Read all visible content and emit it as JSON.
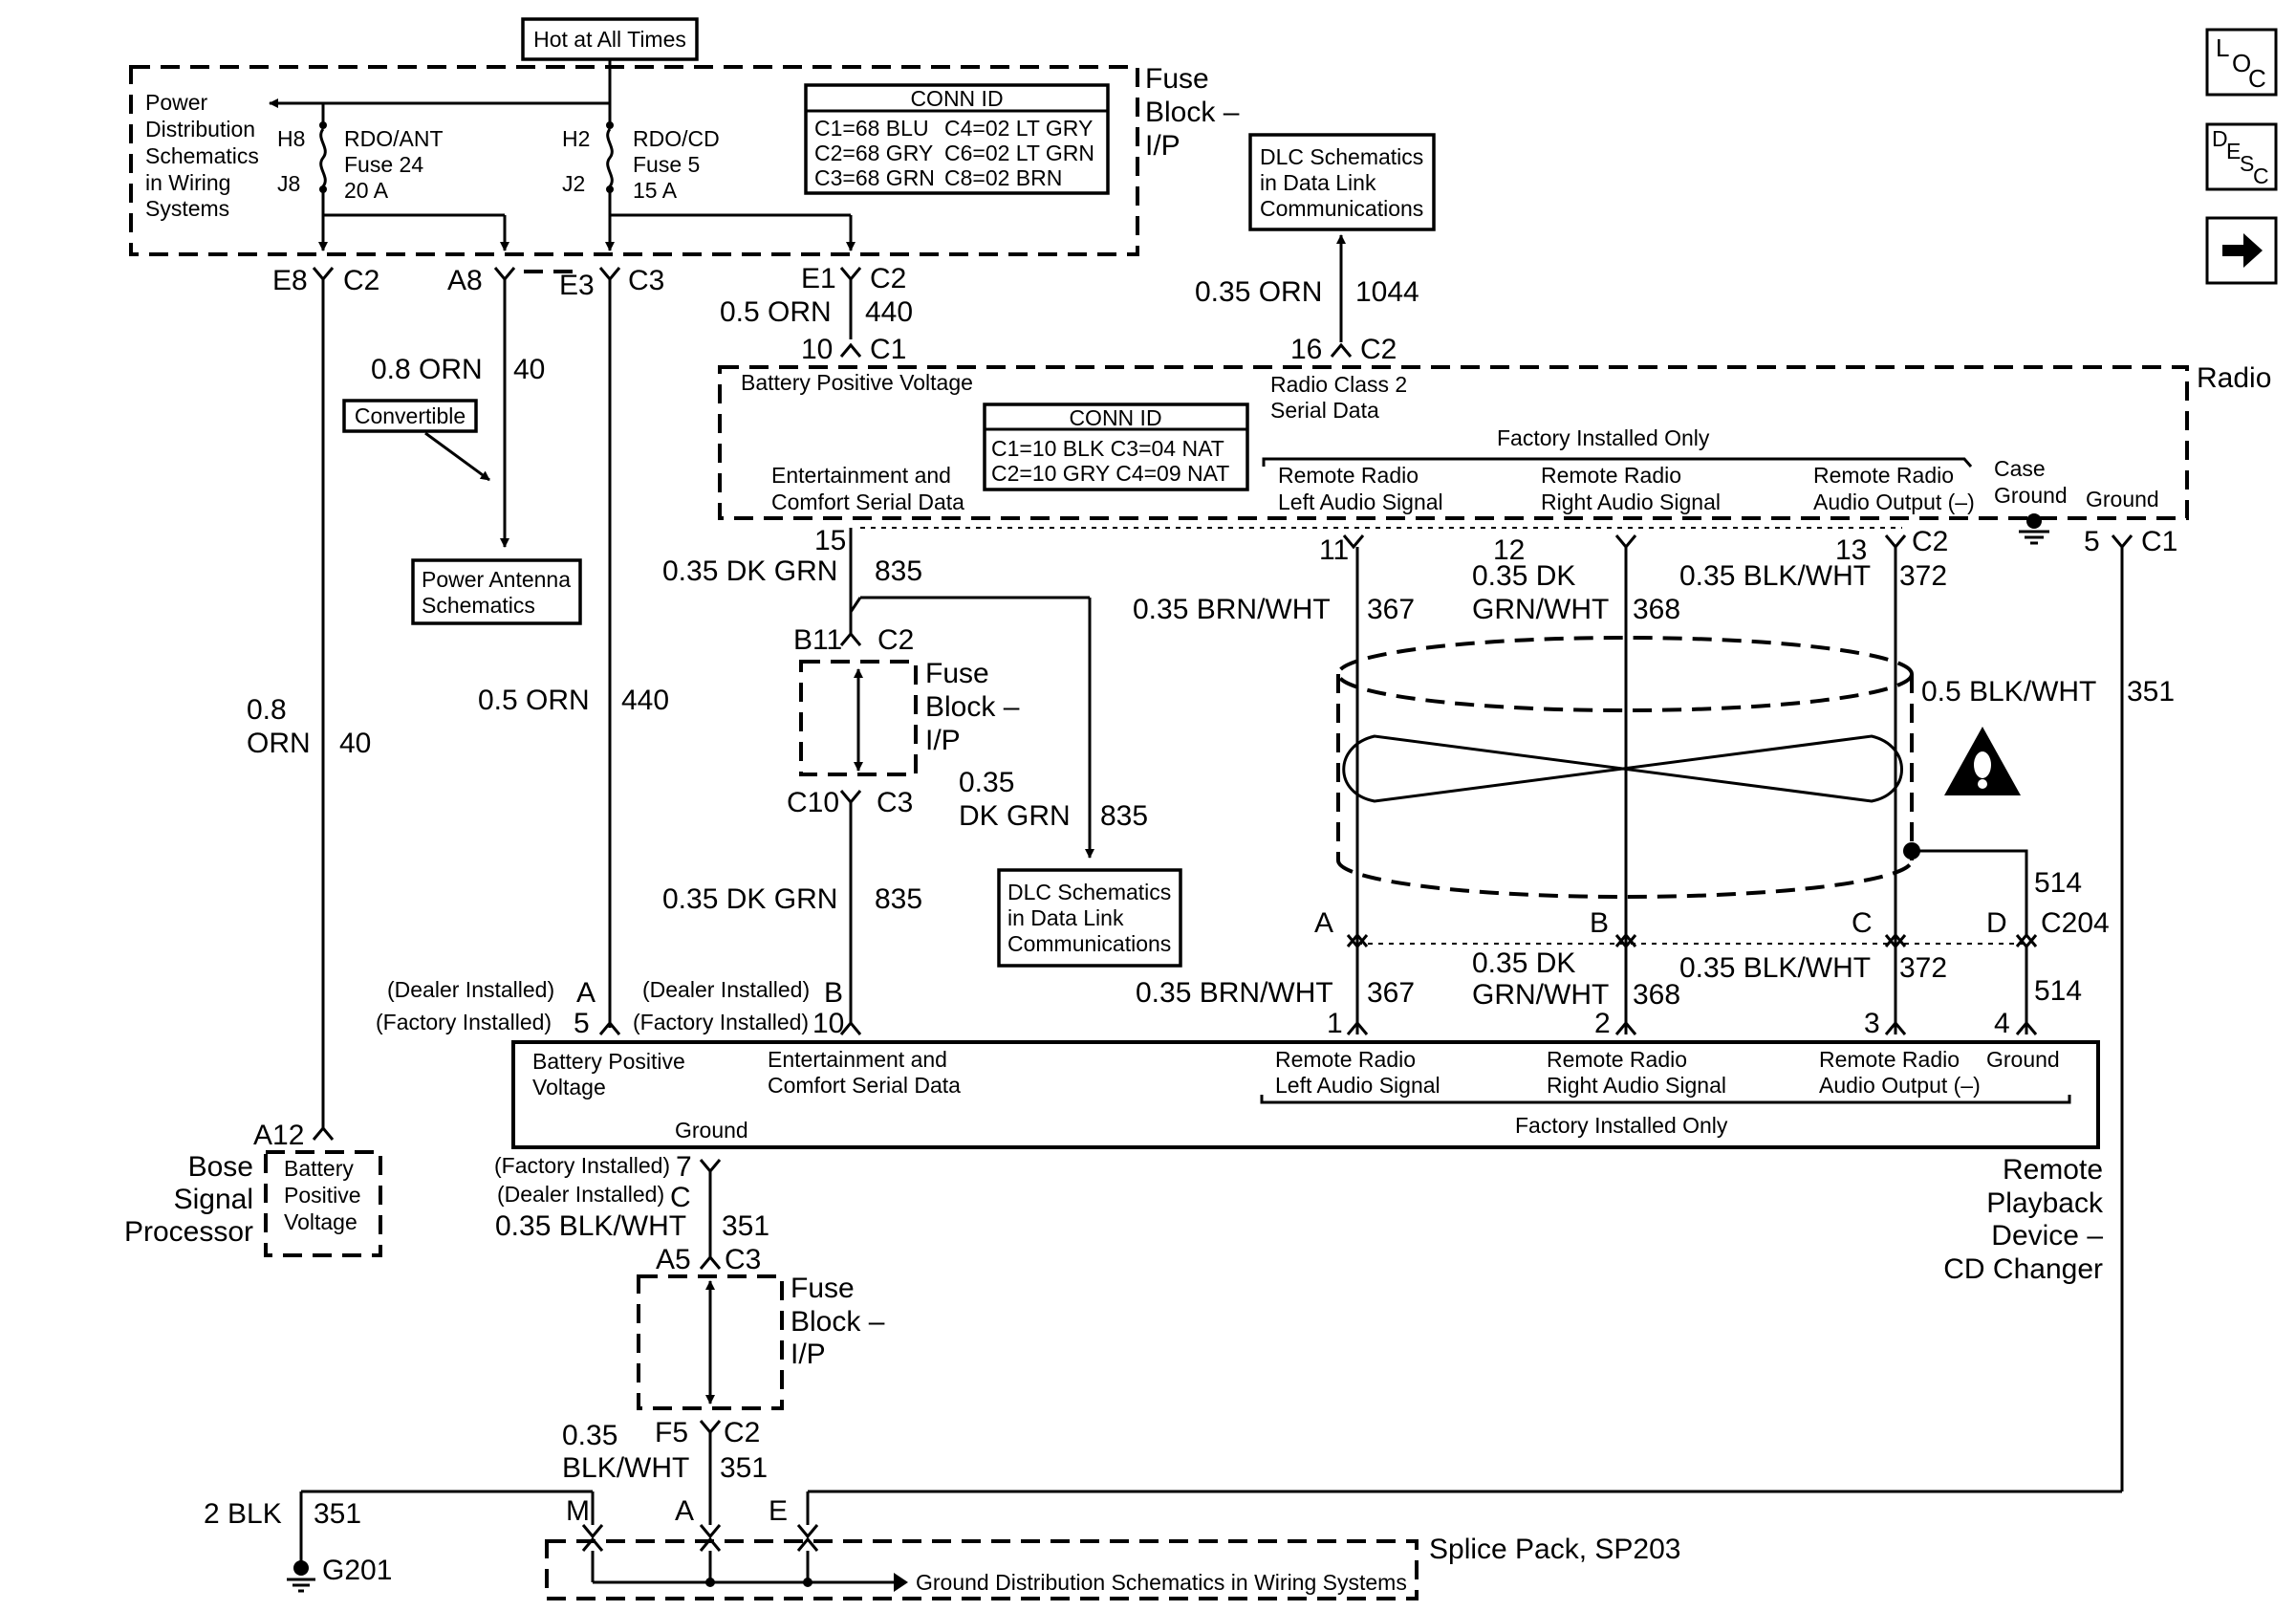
{
  "hot_label": "Hot at All Times",
  "fuse_block_top": {
    "line1": "Fuse",
    "line2": "Block –",
    "line3": "I/P"
  },
  "power_dist": {
    "line1": "Power",
    "line2": "Distribution",
    "line3": "Schematics",
    "line4": "in Wiring",
    "line5": "Systems"
  },
  "fuse24": {
    "top": "H8",
    "bottom": "J8",
    "name1": "RDO/ANT",
    "name2": "Fuse 24",
    "name3": "20 A"
  },
  "fuse5": {
    "top": "H2",
    "bottom": "J2",
    "name1": "RDO/CD",
    "name2": "Fuse 5",
    "name3": "15 A"
  },
  "conn_top": {
    "title": "CONN ID",
    "l1a": "C1=68 BLU",
    "l1b": "C4=02 LT GRY",
    "l2a": "C2=68 GRY",
    "l2b": "C6=02 LT GRN",
    "l3a": "C3=68 GRN",
    "l3b": "C8=02 BRN"
  },
  "dlc_top": {
    "line1": "DLC Schematics",
    "line2": "in Data Link",
    "line3": "Communications"
  },
  "dlc_mid": {
    "line1": "DLC Schematics",
    "line2": "in Data Link",
    "line3": "Communications"
  },
  "nav": {
    "loc_label": "LOC",
    "desc_label": "DESC",
    "next_label": "→"
  },
  "pins": {
    "e8": "E8",
    "c2a": "C2",
    "a8": "A8",
    "e3": "E3",
    "c3a": "C3",
    "e1": "E1",
    "c2b": "C2",
    "p10": "10",
    "c1a": "C1",
    "p16": "16",
    "c2c": "C2",
    "p15": "15",
    "p11": "11",
    "p12": "12",
    "p13": "13",
    "c2d": "C2",
    "p5": "5",
    "c1b": "C1",
    "b11": "B11",
    "c2e": "C2",
    "c10": "C10",
    "c3b": "C3",
    "a": "A",
    "b": "B",
    "c": "C",
    "d": "D",
    "c204": "C204",
    "w514a": "514",
    "w514b": "514",
    "r1": "1",
    "r2": "2",
    "r3": "3",
    "r4": "4",
    "a12": "A12",
    "a5": "A5",
    "c3c": "C3",
    "f5": "F5",
    "c2f": "C2",
    "m": "M",
    "sa": "A",
    "e": "E"
  },
  "wires": {
    "w440_top_g": "0.5 ORN",
    "w440_top_c": "440",
    "w1044_g": "0.35 ORN",
    "w1044_c": "1044",
    "w40a_g": "0.8 ORN",
    "w40a_c": "40",
    "w40b_g1": "0.8",
    "w40b_g2": "ORN",
    "w40b_c": "40",
    "w440_g": "0.5 ORN",
    "w440_c": "440",
    "w835a_g": "0.35 DK GRN",
    "w835a_c": "835",
    "w835b_g1": "0.35",
    "w835b_g2": "DK GRN",
    "w835b_c": "835",
    "w835c_g": "0.35 DK GRN",
    "w835c_c": "835",
    "w367_g": "0.35 BRN/WHT",
    "w367_c": "367",
    "w368_g1": "0.35 DK",
    "w368_g2": "GRN/WHT",
    "w368_c": "368",
    "w372_g": "0.35 BLK/WHT",
    "w372_c": "372",
    "w351a_g": "0.5 BLK/WHT",
    "w351a_c": "351",
    "w367b_g": "0.35 BRN/WHT",
    "w367b_c": "367",
    "w368b_g1": "0.35 DK",
    "w368b_g2": "GRN/WHT",
    "w368b_c": "368",
    "w372b_g": "0.35 BLK/WHT",
    "w372b_c": "372",
    "w351b_g": "0.35 BLK/WHT",
    "w351b_c": "351",
    "w351c_g1": "0.35",
    "w351c_g2": "BLK/WHT",
    "w351c_c": "351",
    "w351d_g": "2 BLK",
    "w351d_c": "351"
  },
  "radio": {
    "label": "Radio",
    "batt": "Battery Positive Voltage",
    "class2_1": "Radio Class 2",
    "class2_2": "Serial Data",
    "ent1": "Entertainment and",
    "ent2": "Comfort Serial Data",
    "conn_title": "CONN ID",
    "conn_l1": "C1=10 BLK  C3=04 NAT",
    "conn_l2": "C2=10 GRY  C4=09 NAT",
    "factory": "Factory Installed Only",
    "left1": "Remote Radio",
    "left2": "Left Audio Signal",
    "right1": "Remote Radio",
    "right2": "Right Audio Signal",
    "out1": "Remote Radio",
    "out2": "Audio Output (–)",
    "case1": "Case",
    "case2": "Ground",
    "ground": "Ground"
  },
  "convertible": "Convertible",
  "power_antenna": {
    "line1": "Power Antenna",
    "line2": "Schematics"
  },
  "fuse_block_mid": {
    "line1": "Fuse",
    "line2": "Block –",
    "line3": "I/P"
  },
  "fuse_block_low": {
    "line1": "Fuse",
    "line2": "Block –",
    "line3": "I/P"
  },
  "dealer_installed": "(Dealer Installed)",
  "factory_installed": "(Factory Installed)",
  "cd": {
    "batt1": "Battery Positive",
    "batt2": "Voltage",
    "ent1": "Entertainment and",
    "ent2": "Comfort Serial Data",
    "left1": "Remote Radio",
    "left2": "Left Audio Signal",
    "right1": "Remote Radio",
    "right2": "Right Audio Signal",
    "out1": "Remote Radio",
    "out2": "Audio Output (–)",
    "ground": "Ground",
    "ground2": "Ground",
    "factory": "Factory Installed Only",
    "pin7": "7",
    "pinC": "C",
    "label1": "Remote",
    "label2": "Playback",
    "label3": "Device –",
    "label4": "CD Changer"
  },
  "bose": {
    "line1": "Bose",
    "line2": "Signal",
    "line3": "Processor",
    "box1": "Battery",
    "box2": "Positive",
    "box3": "Voltage"
  },
  "g201": "G201",
  "splice": {
    "label": "Splice Pack, SP203",
    "ground_ref": "Ground Distribution Schematics in Wiring Systems"
  }
}
